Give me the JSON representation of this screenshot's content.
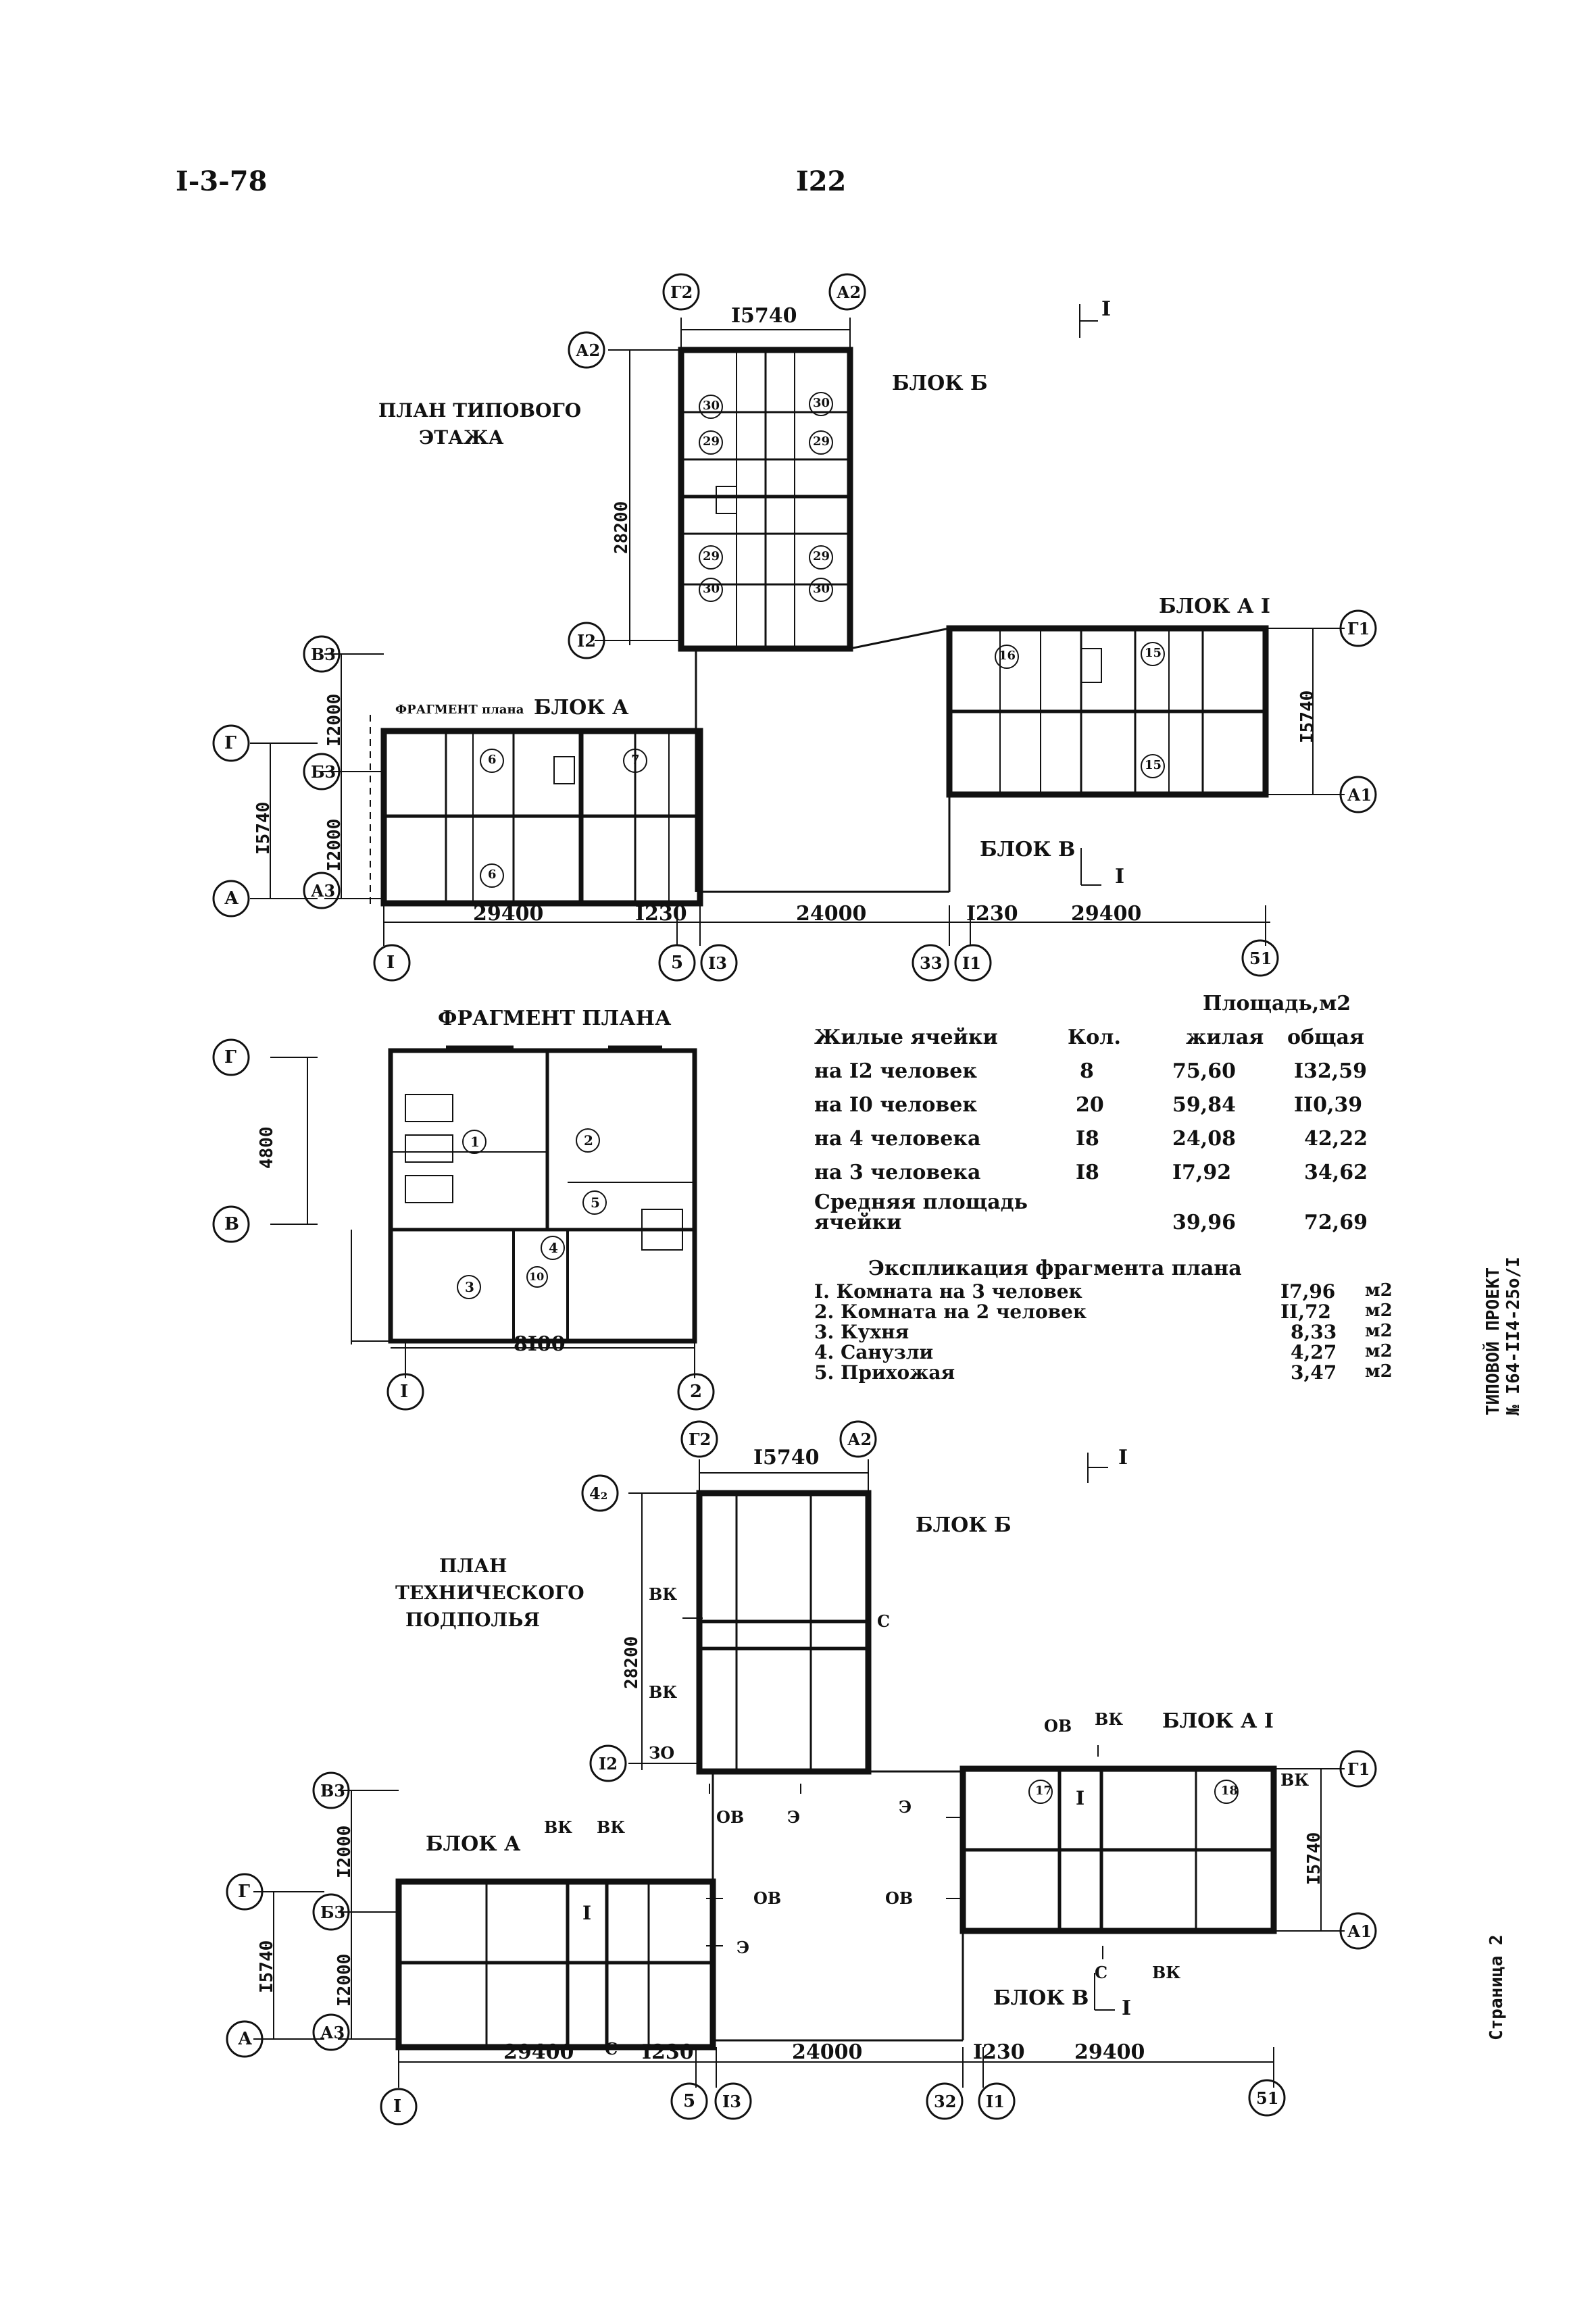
{
  "header": {
    "series": "I-3-78",
    "page_number": "I22"
  },
  "stamp": {
    "project": "ТИПОВОЙ ПРОЕКТ",
    "code": "№ I64-II4-25о/I",
    "page": "Страница 2"
  },
  "typical_floor": {
    "title_line1": "ПЛАН ТИПОВОГО",
    "title_line2": "ЭТАЖА",
    "block_b": "БЛОК Б",
    "block_a1": "БЛОК А I",
    "block_a": "БЛОК А",
    "block_v": "БЛОК В",
    "fragment_label": "ФРАГМЕНТ плана",
    "section_mark": "I",
    "dims": {
      "b_width": "I5740",
      "b_length": "28200",
      "a1_width": "I5740",
      "a_w1": "I2000",
      "a_w2": "I2000",
      "a_total": "I5740",
      "bottom_a": "29400",
      "bottom_gap1": "I230",
      "bottom_mid": "24000",
      "bottom_gap2": "I230",
      "bottom_a1": "29400"
    },
    "axes": {
      "g2": "Г2",
      "a2_top": "А2",
      "a2_left": "А2",
      "i2": "I2",
      "g1": "Г1",
      "a1": "А1",
      "v3": "В3",
      "g": "Г",
      "b3": "Б3",
      "a_ax": "А",
      "a3": "А3",
      "n1": "I",
      "n5": "5",
      "i3": "I3",
      "n3_3": "33",
      "i1": "I1",
      "n5_1": "51"
    },
    "room_tags": [
      "30",
      "30",
      "29",
      "29",
      "29",
      "29",
      "30",
      "30",
      "16",
      "15",
      "15",
      "6",
      "7",
      "6"
    ]
  },
  "fragment": {
    "title": "ФРАГМЕНТ ПЛАНА",
    "dim_height": "4800",
    "dim_width": "8I00",
    "axes": {
      "g": "Г",
      "v": "В",
      "n1": "I",
      "n2": "2"
    },
    "rooms": [
      "1",
      "2",
      "3",
      "4",
      "5",
      "10"
    ]
  },
  "area_table": {
    "title": "Площадь,м2",
    "col_name": "Жилые ячейки",
    "col_qty": "Кол.",
    "col_living": "жилая",
    "col_total": "общая",
    "rows": [
      {
        "name": "на I2 человек",
        "qty": "8",
        "living": "75,60",
        "total": "I32,59"
      },
      {
        "name": "на I0 человек",
        "qty": "20",
        "living": "59,84",
        "total": "II0,39"
      },
      {
        "name": "на  4 человека",
        "qty": "I8",
        "living": "24,08",
        "total": "42,22"
      },
      {
        "name": "на  3 человека",
        "qty": "I8",
        "living": "I7,92",
        "total": "34,62"
      }
    ],
    "avg_line1": "Средняя площадь",
    "avg_line2": "ячейки",
    "avg_living": "39,96",
    "avg_total": "72,69"
  },
  "explication": {
    "title": "Экспликация фрагмента плана",
    "items": [
      {
        "name": "I. Комната на 3 человек",
        "area": "I7,96"
      },
      {
        "name": "2. Комната на 2 человек",
        "area": "II,72"
      },
      {
        "name": "3. Кухня",
        "area": "8,33"
      },
      {
        "name": "4. Санузли",
        "area": "4,27"
      },
      {
        "name": "5. Прихожая",
        "area": "3,47"
      }
    ],
    "unit": "м2"
  },
  "tech_floor": {
    "title_line1": "ПЛАН",
    "title_line2": "ТЕХНИЧЕСКОГО",
    "title_line3": "ПОДПОЛЬЯ",
    "block_b": "БЛОК Б",
    "block_a1": "БЛОК А I",
    "block_a": "БЛОК А",
    "block_v": "БЛОК В",
    "section_mark": "I",
    "dims": {
      "b_width": "I5740",
      "b_length": "28200",
      "a1_width": "I5740",
      "a_w1": "I2000",
      "a_w2": "I2000",
      "a_total": "I5740",
      "bottom_a": "29400",
      "bottom_gap1": "I230",
      "bottom_mid": "24000",
      "bottom_gap2": "I230",
      "bottom_a1": "29400"
    },
    "axes": {
      "g2": "Г2",
      "a2_top": "А2",
      "a2_left": "4₂",
      "i2": "I2",
      "g1": "Г1",
      "a1": "А1",
      "v3": "В3",
      "g": "Г",
      "b3": "Б3",
      "a_ax": "А",
      "a3": "А3",
      "n1": "I",
      "n5": "5",
      "i3": "I3",
      "n3_2": "32",
      "i1": "I1",
      "n5_1": "51"
    },
    "labels": {
      "vk": "ВК",
      "ov": "ОВ",
      "e": "Э",
      "s": "С",
      "zo": "ЗО",
      "room17": "17",
      "room18": "18",
      "corridor": "I"
    }
  }
}
